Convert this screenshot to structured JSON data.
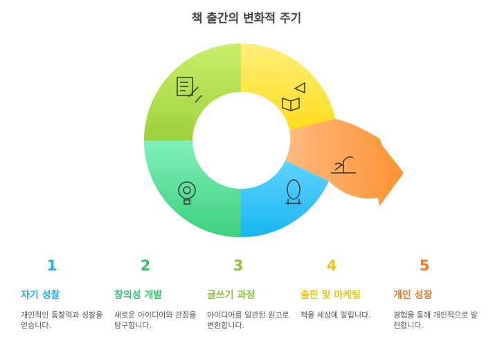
{
  "title": "책 출간의 변화적 주기",
  "colors": {
    "s1": "#22aee6",
    "s2": "#33c270",
    "s3": "#8cc23a",
    "s4": "#e6c81a",
    "s5": "#ea7a26"
  },
  "steps": [
    {
      "num": "1",
      "title": "자기 성찰",
      "text": "개인적인 통찰력과 성찰을 얻습니다.",
      "icon": "mirror-icon"
    },
    {
      "num": "2",
      "title": "창의성 개발",
      "text": "새로운 아이디어와 관점을 탐구합니다.",
      "icon": "gear-lightbulb-icon"
    },
    {
      "num": "3",
      "title": "글쓰기 과정",
      "text": "아이디어를 일관된 원고로 변환합니다.",
      "icon": "writing-icon"
    },
    {
      "num": "4",
      "title": "출판 및 마케팅",
      "text": "책을 세상에 알립니다.",
      "icon": "book-megaphone-icon"
    },
    {
      "num": "5",
      "title": "개인 성장",
      "text": "경험을 통해 개인적으로 발전합니다.",
      "icon": "plant-growth-icon"
    }
  ]
}
